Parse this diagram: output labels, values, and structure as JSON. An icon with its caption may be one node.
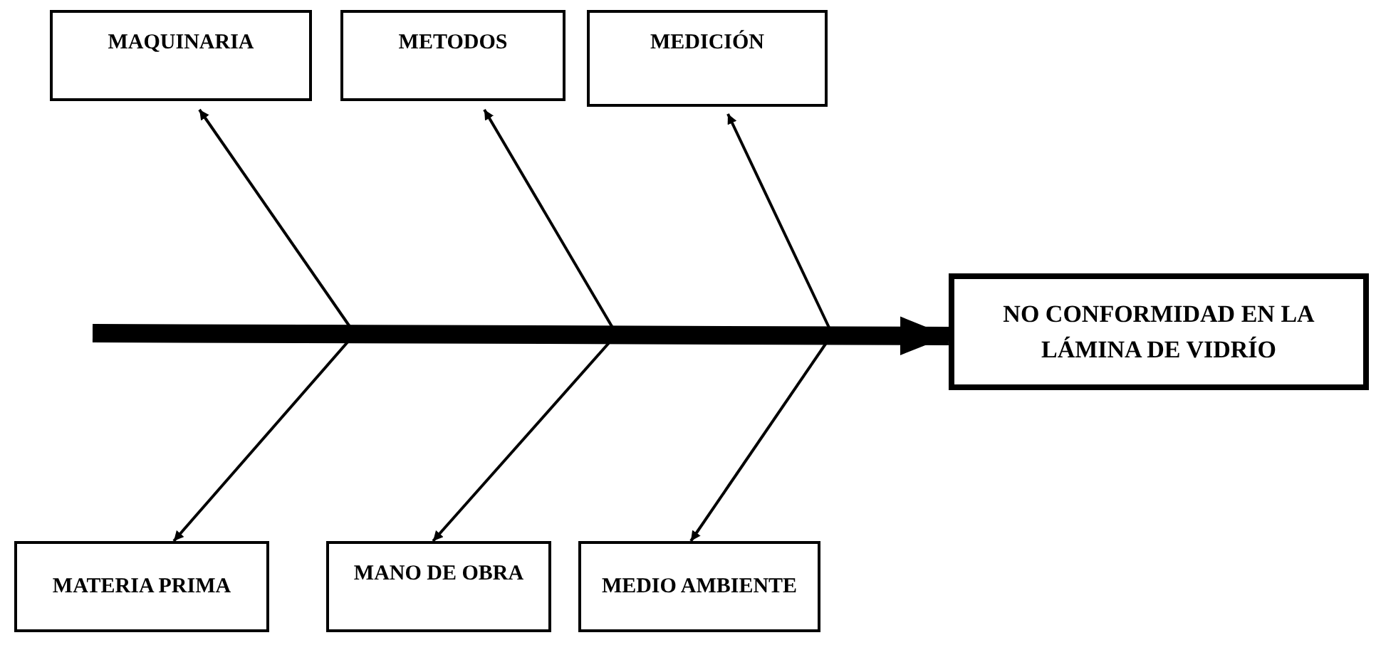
{
  "diagram": {
    "nodes": [
      {
        "text": [
          "MAQUINARIA"
        ]
      },
      {
        "text": [
          "METODOS"
        ]
      },
      {
        "text": [
          "MEDICIÓN"
        ]
      },
      {
        "text": [
          "NO CONFORMIDAD EN LA LÁMINA DE VIDRÍO"
        ]
      },
      {
        "text": [
          "MATERIA PRIMA"
        ]
      },
      {
        "text": [
          "MANO DE OBRA"
        ]
      },
      {
        "text": [
          "MEDIO AMBIENTE"
        ]
      }
    ],
    "edges": [
      {
        "from": null,
        "to": 3,
        "arrow": "to",
        "style": "thick"
      },
      {
        "from": null,
        "to": 0,
        "arrow": "to"
      },
      {
        "from": null,
        "to": 1,
        "arrow": "to"
      },
      {
        "from": null,
        "to": 2,
        "arrow": "to"
      },
      {
        "from": null,
        "to": 4,
        "arrow": "to"
      },
      {
        "from": null,
        "to": 5,
        "arrow": "to"
      },
      {
        "from": null,
        "to": 6,
        "arrow": "to"
      }
    ]
  }
}
